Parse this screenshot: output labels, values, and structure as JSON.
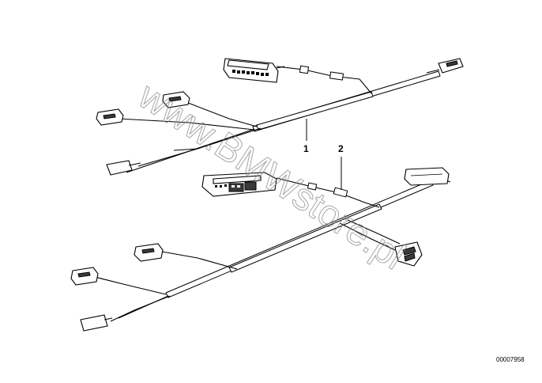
{
  "diagram": {
    "watermark": "www.BMWstore.pl",
    "callouts": [
      {
        "id": "1",
        "label": "1"
      },
      {
        "id": "2",
        "label": "2"
      }
    ],
    "document_number": "00007958"
  }
}
